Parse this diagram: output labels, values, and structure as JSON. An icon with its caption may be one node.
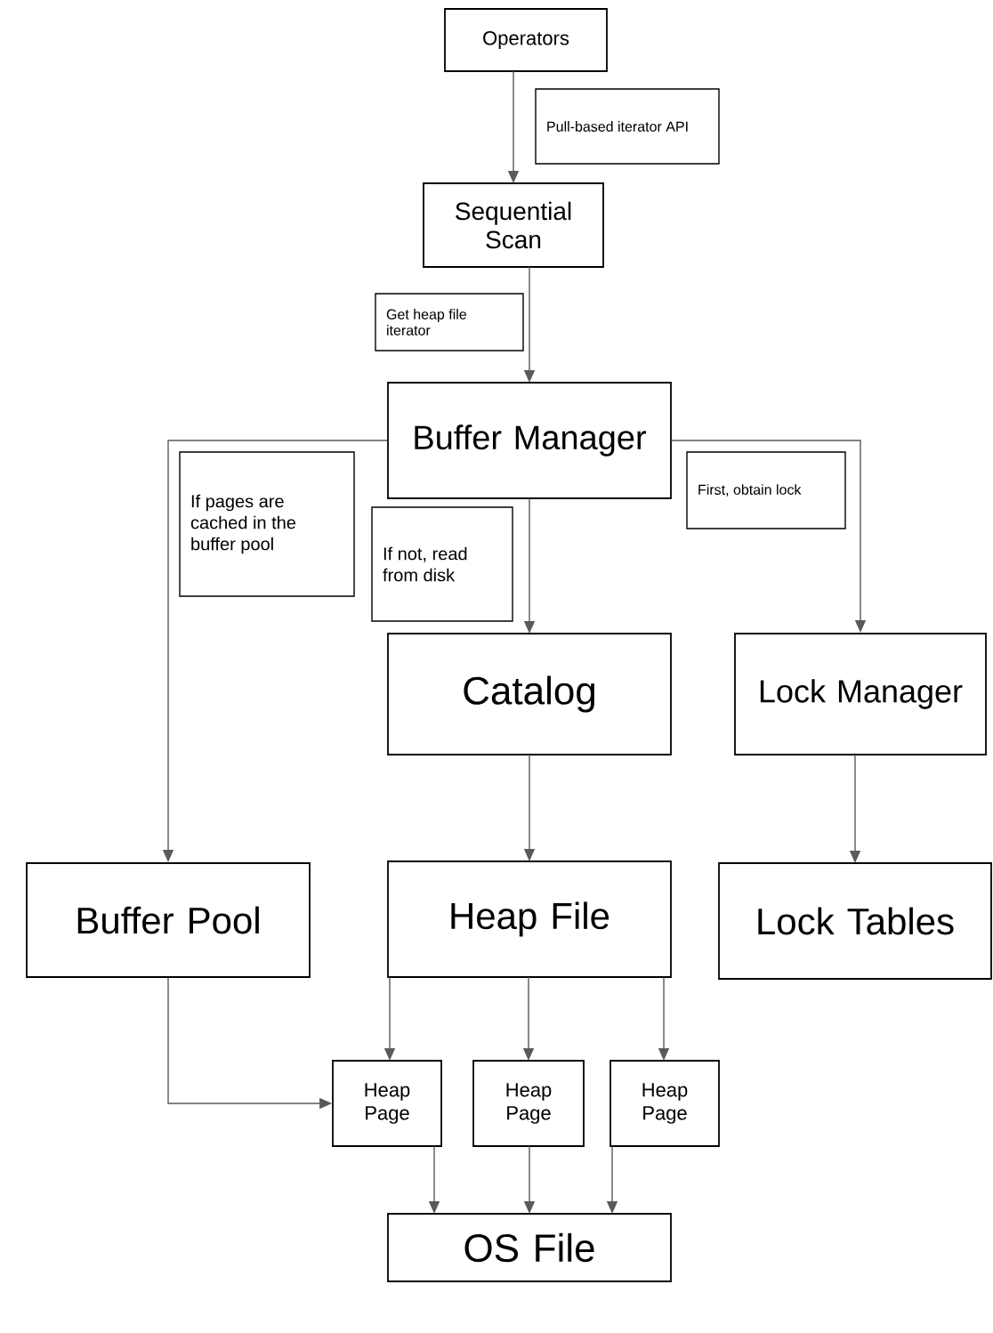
{
  "diagram": {
    "nodes": [
      {
        "text": [
          "Operators"
        ]
      },
      {
        "text": [
          "Pull-based iterator API"
        ]
      },
      {
        "text": [
          "Sequential Scan"
        ]
      },
      {
        "text": [
          "Get heap file iterator"
        ]
      },
      {
        "text": [
          "Buffer Manager"
        ]
      },
      {
        "text": [
          "If pages are cached in the buffer pool"
        ]
      },
      {
        "text": [
          "If not, read from disk"
        ]
      },
      {
        "text": [
          "First, obtain lock"
        ]
      },
      {
        "text": [
          "Catalog"
        ]
      },
      {
        "text": [
          "Lock Manager"
        ]
      },
      {
        "text": [
          "Buffer Pool"
        ]
      },
      {
        "text": [
          "Heap File"
        ]
      },
      {
        "text": [
          "Lock Tables"
        ]
      },
      {
        "text": [
          "Heap Page"
        ]
      },
      {
        "text": [
          "Heap Page"
        ]
      },
      {
        "text": [
          "Heap Page"
        ]
      },
      {
        "text": [
          "OS File"
        ]
      }
    ],
    "edges": [
      {
        "from": 0,
        "to": 2,
        "arrow": "to"
      },
      {
        "from": 2,
        "to": 4,
        "arrow": "to"
      },
      {
        "from": 4,
        "to": 10,
        "arrow": "to"
      },
      {
        "from": 4,
        "to": 8,
        "arrow": "to"
      },
      {
        "from": 4,
        "to": 9,
        "arrow": "to"
      },
      {
        "from": 8,
        "to": 11,
        "arrow": "to"
      },
      {
        "from": 9,
        "to": 12,
        "arrow": "to"
      },
      {
        "from": 10,
        "to": 13,
        "arrow": "to"
      },
      {
        "from": 11,
        "to": 13,
        "arrow": "to"
      },
      {
        "from": 11,
        "to": 14,
        "arrow": "to"
      },
      {
        "from": 11,
        "to": 15,
        "arrow": "to"
      },
      {
        "from": 13,
        "to": 16,
        "arrow": "to"
      },
      {
        "from": 14,
        "to": 16,
        "arrow": "to"
      },
      {
        "from": 15,
        "to": 16,
        "arrow": "to"
      }
    ]
  }
}
